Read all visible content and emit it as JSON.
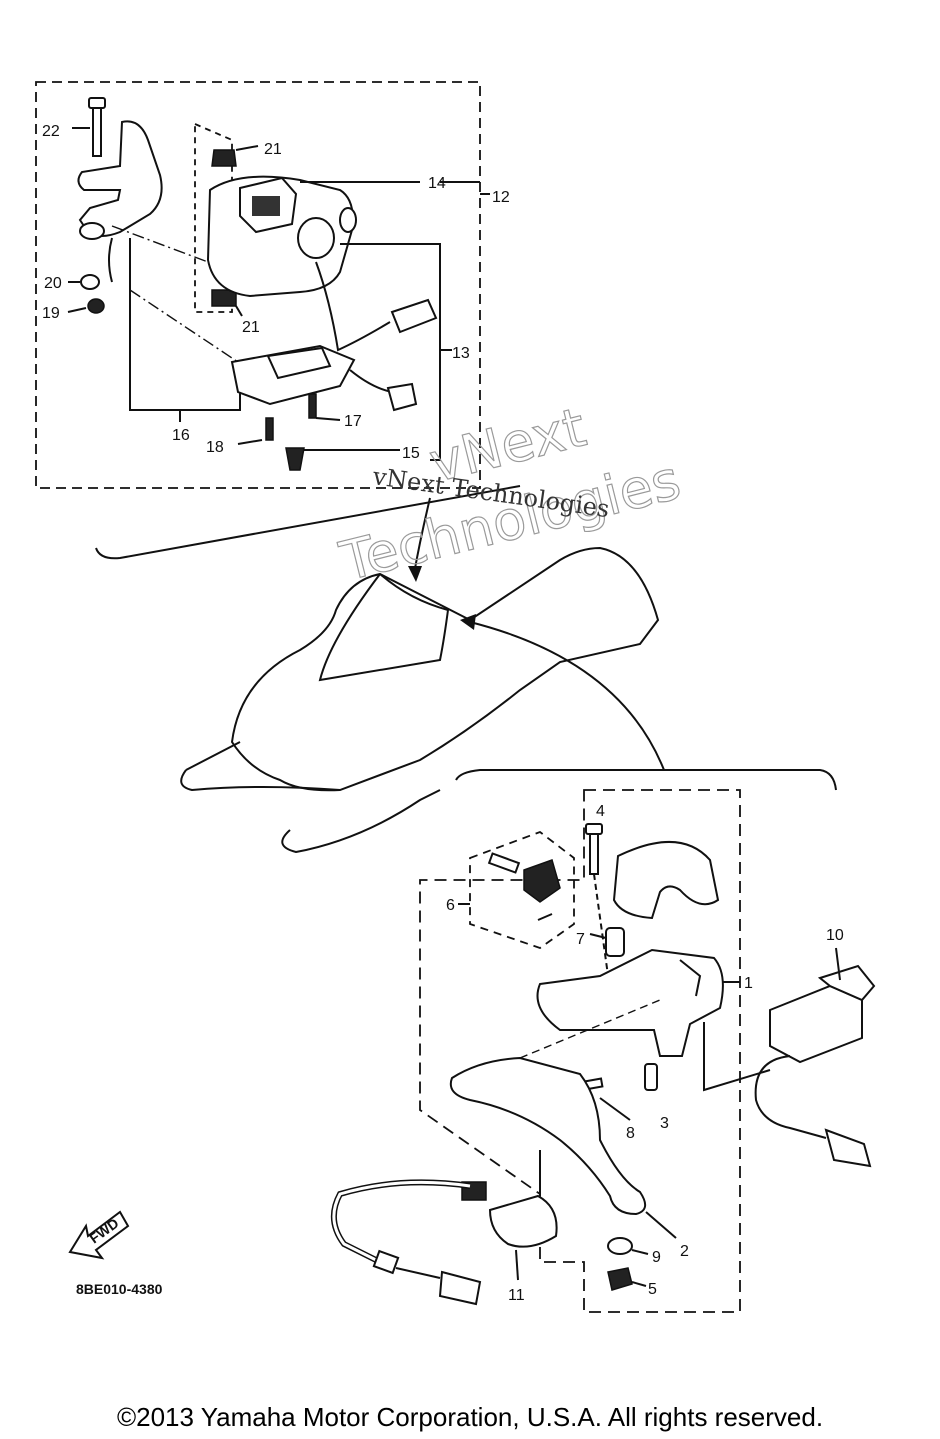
{
  "diagram": {
    "callouts": {
      "c1": "1",
      "c2": "2",
      "c3": "3",
      "c4": "4",
      "c5": "5",
      "c6": "6",
      "c7": "7",
      "c8": "8",
      "c9": "9",
      "c10": "10",
      "c11": "11",
      "c12": "12",
      "c13": "13",
      "c14": "14",
      "c15": "15",
      "c16": "16",
      "c17": "17",
      "c18": "18",
      "c19": "19",
      "c20": "20",
      "c21a": "21",
      "c21b": "21",
      "c22": "22"
    },
    "fwd_label": "FWD",
    "drawing_code": "8BE010-4380",
    "watermark": {
      "outline_line1": "vNext",
      "outline_line2": "Technologies",
      "serif_text": "vNext Technologies"
    }
  },
  "footer": {
    "copyright": "©2013 Yamaha Motor Corporation, U.S.A. All rights reserved."
  }
}
